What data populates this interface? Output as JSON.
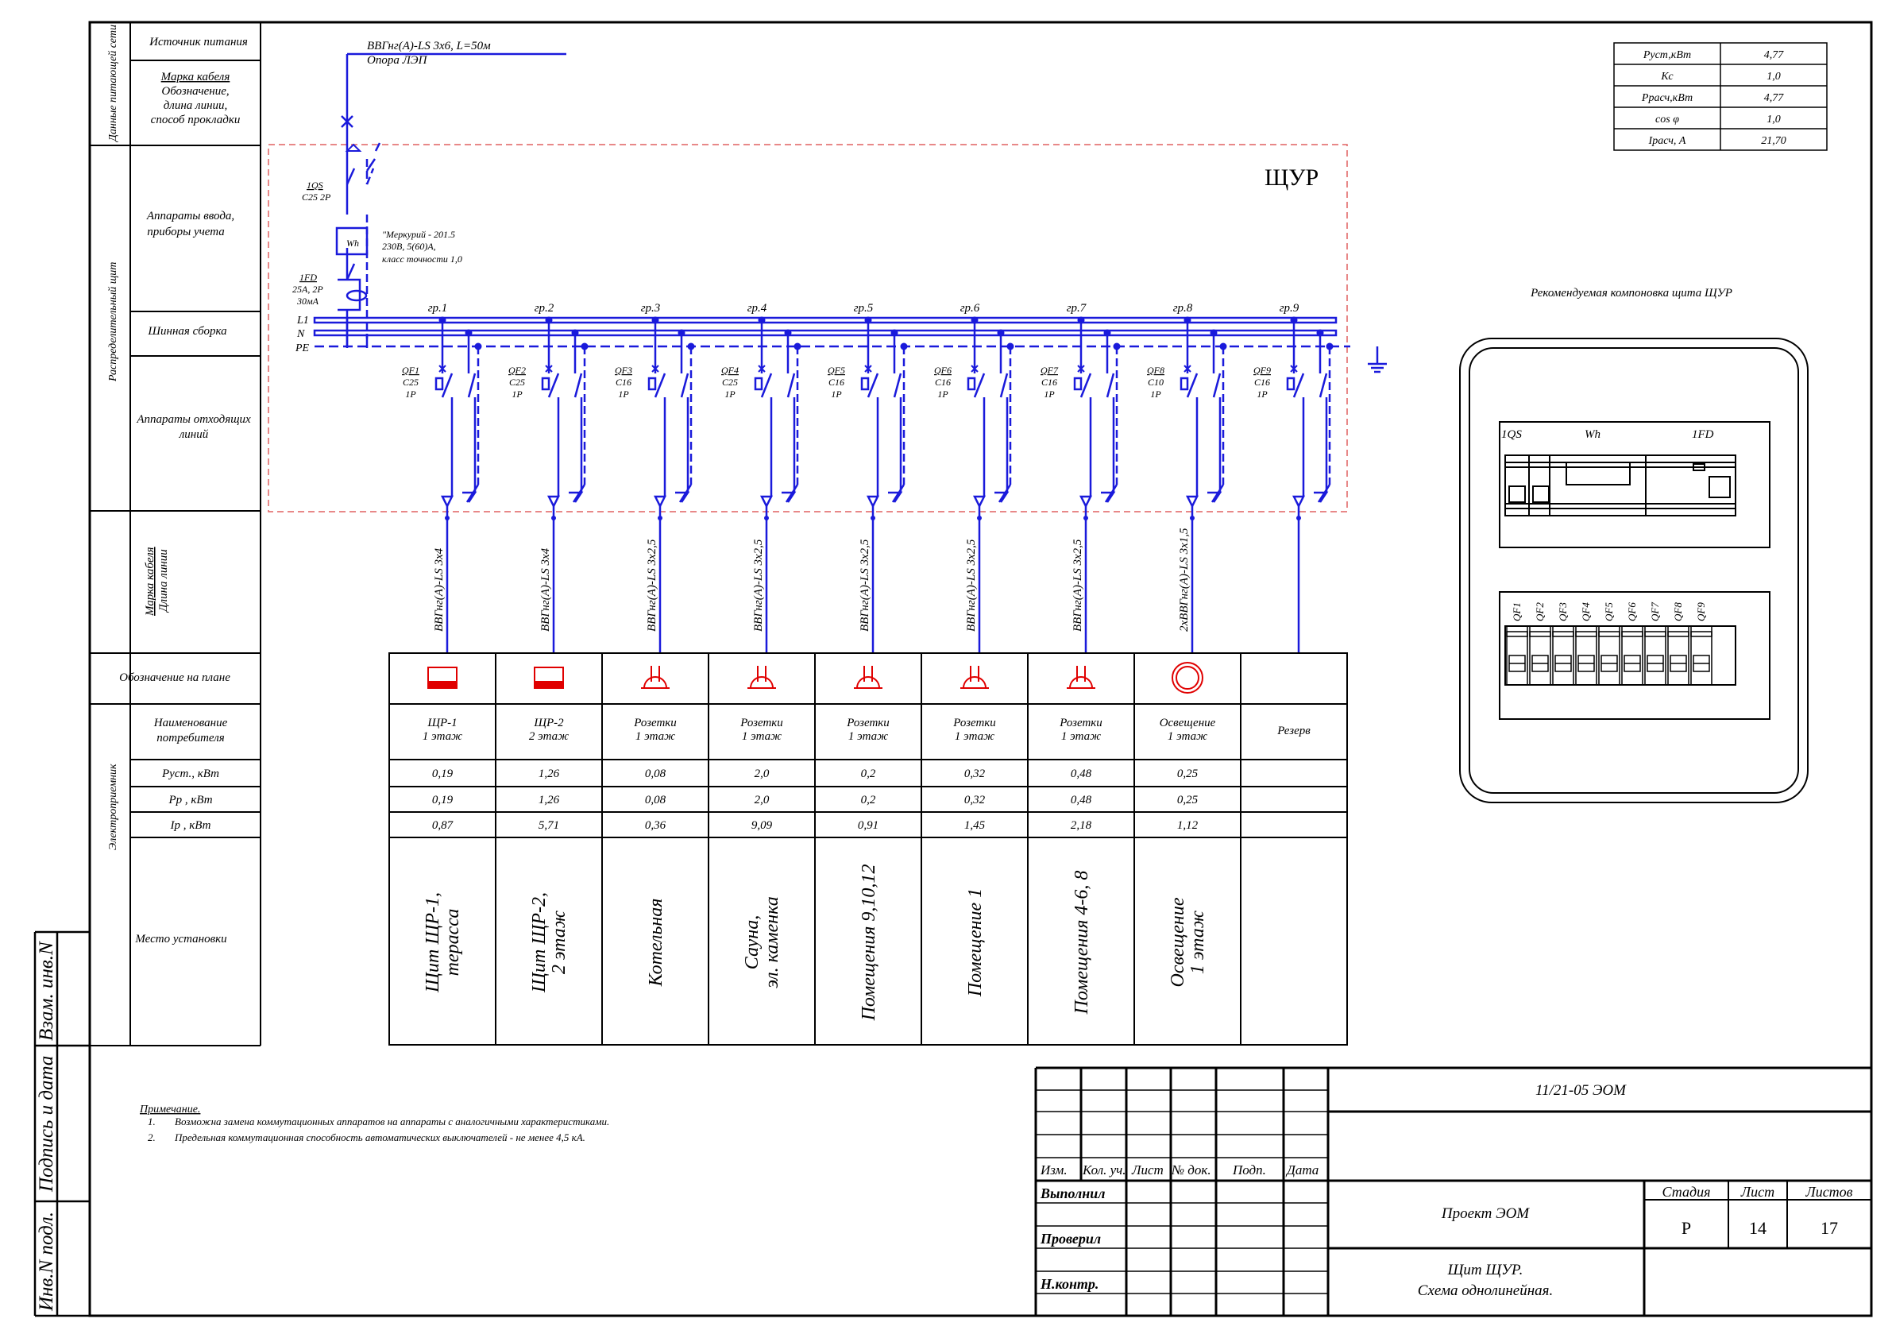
{
  "left_table": {
    "section_supply": "Данные питающей сети",
    "section_panel": "Распределительный щит",
    "section_consumer": "Электроприемник",
    "row_source": "Источник питания",
    "row_cable_1": "Марка кабеля",
    "row_cable_2": "Обозначение,",
    "row_cable_3": "длина линии,",
    "row_cable_4": "способ прокладки",
    "row_input_1": "Аппараты ввода,",
    "row_input_2": "приборы учета",
    "row_bus": "Шинная сборка",
    "row_outgoing_1": "Аппараты отходящих",
    "row_outgoing_2": "линий",
    "row_line_1": "Марка кабеля",
    "row_line_2": "Длина линии",
    "row_plan": "Обозначение на плане",
    "row_name_1": "Наименование",
    "row_name_2": "потребителя",
    "row_pu": "Руст., кВт",
    "row_pr": "Рр , кВт",
    "row_ir": "Iр , кВт",
    "row_place": "Место установки"
  },
  "side_stamp": {
    "vzam": "Взам. инв.N",
    "podpis": "Подпись и дата",
    "inv": "Инв.N подл."
  },
  "input": {
    "cable": "ВВГнг(А)-LS 3х6, L=50м",
    "support": "Опора ЛЭП",
    "qs_name": "1QS",
    "qs_rating": "C25 2P",
    "meter_symbol": "Wh",
    "meter_1": "\"Меркурий - 201.5",
    "meter_2": "230В, 5(60)А,",
    "meter_3": "класс точности 1,0",
    "fd_name": "1FD",
    "fd_1": "25А, 2P",
    "fd_2": "30мА",
    "bus_l": "L1",
    "bus_n": "N",
    "bus_pe": "PE"
  },
  "panel_title": "ЩУР",
  "groups": [
    {
      "gr": "гр.1",
      "qf": "QF1",
      "rating": "C25",
      "poles": "1P",
      "cable": "ВВГнг(А)-LS 3х4",
      "symbol": "panel",
      "name_1": "ЩР-1",
      "name_2": "1 этаж",
      "pu": "0,19",
      "pr": "0,19",
      "ir": "0,87",
      "place_1": "Щит ЩР-1,",
      "place_2": "терасса"
    },
    {
      "gr": "гр.2",
      "qf": "QF2",
      "rating": "C25",
      "poles": "1P",
      "cable": "ВВГнг(А)-LS 3х4",
      "symbol": "panel",
      "name_1": "ЩР-2",
      "name_2": "2 этаж",
      "pu": "1,26",
      "pr": "1,26",
      "ir": "5,71",
      "place_1": "Щит ЩР-2,",
      "place_2": "2 этаж"
    },
    {
      "gr": "гр.3",
      "qf": "QF3",
      "rating": "C16",
      "poles": "1P",
      "cable": "ВВГнг(А)-LS 3х2,5",
      "symbol": "socket",
      "name_1": "Розетки",
      "name_2": "1 этаж",
      "pu": "0,08",
      "pr": "0,08",
      "ir": "0,36",
      "place_1": "Котельная",
      "place_2": ""
    },
    {
      "gr": "гр.4",
      "qf": "QF4",
      "rating": "C25",
      "poles": "1P",
      "cable": "ВВГнг(А)-LS 3х2,5",
      "symbol": "socket",
      "name_1": "Розетки",
      "name_2": "1 этаж",
      "pu": "2,0",
      "pr": "2,0",
      "ir": "9,09",
      "place_1": "Сауна,",
      "place_2": "эл. каменка"
    },
    {
      "gr": "гр.5",
      "qf": "QF5",
      "rating": "C16",
      "poles": "1P",
      "cable": "ВВГнг(А)-LS 3х2,5",
      "symbol": "socket",
      "name_1": "Розетки",
      "name_2": "1 этаж",
      "pu": "0,2",
      "pr": "0,2",
      "ir": "0,91",
      "place_1": "Помещения 9,10,12",
      "place_2": ""
    },
    {
      "gr": "гр.6",
      "qf": "QF6",
      "rating": "C16",
      "poles": "1P",
      "cable": "ВВГнг(А)-LS 3х2,5",
      "symbol": "socket",
      "name_1": "Розетки",
      "name_2": "1 этаж",
      "pu": "0,32",
      "pr": "0,32",
      "ir": "1,45",
      "place_1": "Помещение 1",
      "place_2": ""
    },
    {
      "gr": "гр.7",
      "qf": "QF7",
      "rating": "C16",
      "poles": "1P",
      "cable": "ВВГнг(А)-LS 3х2,5",
      "symbol": "socket",
      "name_1": "Розетки",
      "name_2": "1 этаж",
      "pu": "0,48",
      "pr": "0,48",
      "ir": "2,18",
      "place_1": "Помещения 4-6, 8",
      "place_2": ""
    },
    {
      "gr": "гр.8",
      "qf": "QF8",
      "rating": "C10",
      "poles": "1P",
      "cable": "2хВВГнг(А)-LS 3х1,5",
      "symbol": "light",
      "name_1": "Освещение",
      "name_2": "1 этаж",
      "pu": "0,25",
      "pr": "0,25",
      "ir": "1,12",
      "place_1": "Освещение",
      "place_2": "1 этаж"
    },
    {
      "gr": "гр.9",
      "qf": "QF9",
      "rating": "C16",
      "poles": "1P",
      "cable": "",
      "symbol": "none",
      "name_1": "Резерв",
      "name_2": "",
      "pu": "",
      "pr": "",
      "ir": "",
      "place_1": "",
      "place_2": ""
    }
  ],
  "params": {
    "rows": [
      {
        "label": "Руст,кВт",
        "value": "4,77"
      },
      {
        "label": "Кс",
        "value": "1,0"
      },
      {
        "label": "Ррасч,кВт",
        "value": "4,77"
      },
      {
        "label": "cos φ",
        "value": "1,0"
      },
      {
        "label": "Ipасч, А",
        "value": "21,70"
      }
    ]
  },
  "layout_box": {
    "title": "Рекомендуемая компоновка щита ЩУР",
    "label_qs": "1QS",
    "label_wh": "Wh",
    "label_fd": "1FD",
    "qf_labels": [
      "QF1",
      "QF2",
      "QF3",
      "QF4",
      "QF5",
      "QF6",
      "QF7",
      "QF8",
      "QF9"
    ]
  },
  "notes": {
    "title": "Примечание.",
    "n1_num": "1.",
    "n1": "Возможна замена коммутационных аппаратов на аппараты с аналогичными характеристиками.",
    "n2_num": "2.",
    "n2": "Предельная коммутационная способность автоматических выключателей - не менее 4,5 кА."
  },
  "title_block": {
    "code": "11/21-05 ЭОМ",
    "col_izm": "Изм.",
    "col_kol": "Кол. уч.",
    "col_list": "Лист",
    "col_ndok": "№ док.",
    "col_podp": "Подп.",
    "col_data": "Дата",
    "done": "Выполнил",
    "checked": "Проверил",
    "ncontrol": "Н.контр.",
    "project": "Проект ЭОМ",
    "drawing_1": "Щит ЩУР.",
    "drawing_2": "Схема однолинейная.",
    "stage_label": "Стадия",
    "sheet_label": "Лист",
    "sheets_label": "Листов",
    "stage": "Р",
    "sheet": "14",
    "sheets": "17"
  }
}
